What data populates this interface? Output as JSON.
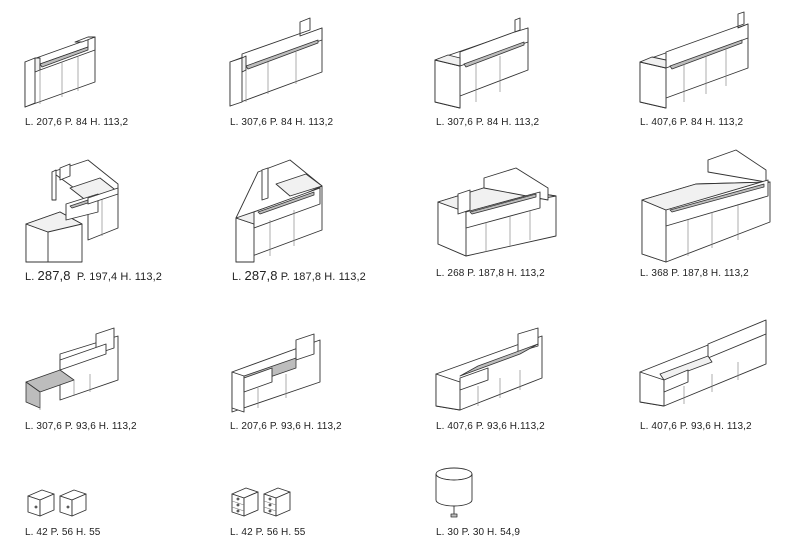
{
  "catalog": {
    "items": [
      {
        "dim": "L. 207,6  P. 84  H. 113,2"
      },
      {
        "dim": "L. 307,6  P. 84  H. 113,2"
      },
      {
        "dim": "L. 307,6  P. 84  H. 113,2"
      },
      {
        "dim": "L. 407,6  P. 84  H. 113,2"
      },
      {
        "dim_l": "L.",
        "dim_n": "287,8",
        "dim_rest": "P. 197,4  H. 113,2"
      },
      {
        "dim_l": "L.",
        "dim_n": "287,8",
        "dim_rest": "P. 187,8  H. 113,2"
      },
      {
        "dim": "L. 268  P. 187,8  H. 113,2"
      },
      {
        "dim": "L. 368  P. 187,8  H. 113,2"
      },
      {
        "dim": "L. 307,6  P. 93,6  H. 113,2"
      },
      {
        "dim": "L. 207,6  P. 93,6  H. 113,2"
      },
      {
        "dim": "L. 407,6  P. 93,6  H.113,2"
      },
      {
        "dim": "L. 407,6  P. 93,6  H. 113,2"
      },
      {
        "dim": "L. 42  P. 56  H. 55"
      },
      {
        "dim": "L. 42  P. 56  H. 55"
      },
      {
        "dim": "L. 30  P. 30  H. 54,9"
      }
    ]
  }
}
